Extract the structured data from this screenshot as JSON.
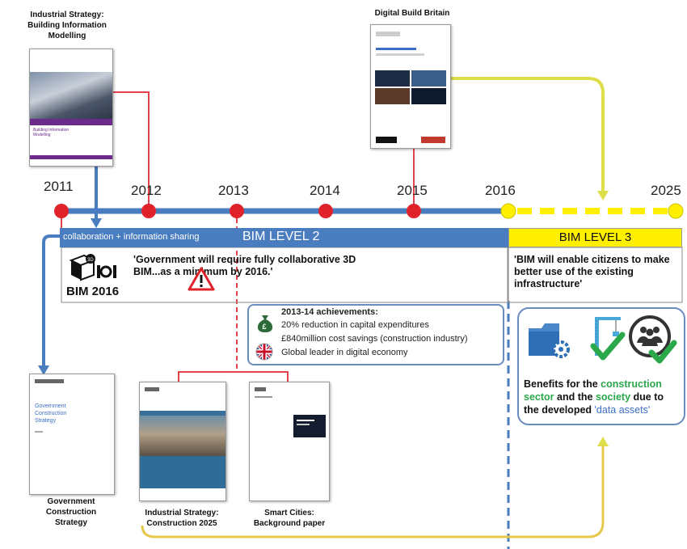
{
  "timeline": {
    "years": [
      "2011",
      "2012",
      "2013",
      "2014",
      "2015",
      "2016",
      "2025"
    ]
  },
  "documents": {
    "industrial_bim": {
      "title_lines": [
        "Industrial Strategy:",
        "Building Information",
        "Modelling"
      ],
      "cover_text": [
        "Building Information",
        "Modelling"
      ]
    },
    "digital_build": {
      "title": "Digital Build Britain"
    },
    "gov_construction": {
      "title_lines": [
        "Government",
        "Construction",
        "Strategy"
      ],
      "cover_text": [
        "Government",
        "Construction",
        "Strategy"
      ]
    },
    "construction_2025": {
      "title_lines": [
        "Industrial Strategy:",
        "Construction 2025"
      ]
    },
    "smart_cities": {
      "title_lines": [
        "Smart Cities:",
        "Background paper"
      ]
    }
  },
  "bands": {
    "collab": "collaboration + information sharing",
    "level2": "BIM LEVEL 2",
    "level3": "BIM LEVEL 3"
  },
  "bim2016": {
    "label": "BIM 2016",
    "quote": "'Government will require fully collaborative 3D BIM...as a minimum by 2016.'"
  },
  "level3_quote": "'BIM will enable citizens to make better use of the existing infrastructure'",
  "achievements": {
    "title": "2013-14 achievements:",
    "items": [
      "20% reduction in capital expenditures",
      "£840million cost savings (construction industry)",
      "Global leader in digital economy"
    ]
  },
  "benefits": {
    "parts": [
      "Benefits for the ",
      "construction sector",
      " and the ",
      "society",
      " due to the developed ",
      "'data assets'"
    ]
  },
  "colors": {
    "timeline_blue": "#4a7cc0",
    "milestone_red": "#e0232b",
    "level3_yellow": "#ffef00",
    "connector_yellow": "#dede4a",
    "connector_red": "#e0434a",
    "accent_green": "#2aa84a"
  },
  "icons": [
    "bim-cube-icon",
    "warning-icon",
    "money-bag-icon",
    "uk-flag-icon",
    "folder-gear-icon",
    "crane-check-icon",
    "people-check-icon"
  ]
}
